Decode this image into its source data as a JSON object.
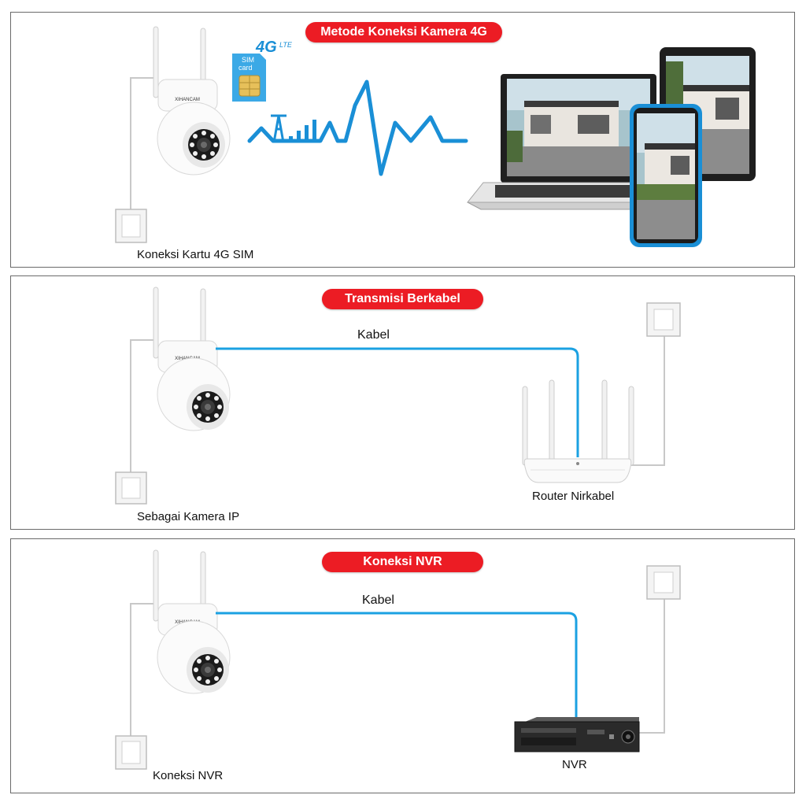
{
  "panels": [
    {
      "title": "Metode Koneksi Kamera 4G",
      "caption": "Koneksi Kartu 4G SIM",
      "sim_card_text": [
        "SIM",
        "card"
      ],
      "lte_badge": {
        "big": "4G",
        "small": "LTE"
      },
      "camera_brand": "XIHANCAM"
    },
    {
      "title": "Transmisi Berkabel",
      "caption": "Sebagai Kamera IP",
      "cable_label": "Kabel",
      "device_label": "Router Nirkabel",
      "camera_brand": "XIHANCAM"
    },
    {
      "title": "Koneksi  NVR",
      "caption": "Koneksi NVR",
      "cable_label": "Kabel",
      "device_label": "NVR",
      "camera_brand": "XIHANCAM"
    }
  ],
  "colors": {
    "title_pill": "#ec1c24",
    "cable": "#1ba1e2",
    "signal": "#1a8fd6",
    "wire": "#c8c8c8"
  }
}
